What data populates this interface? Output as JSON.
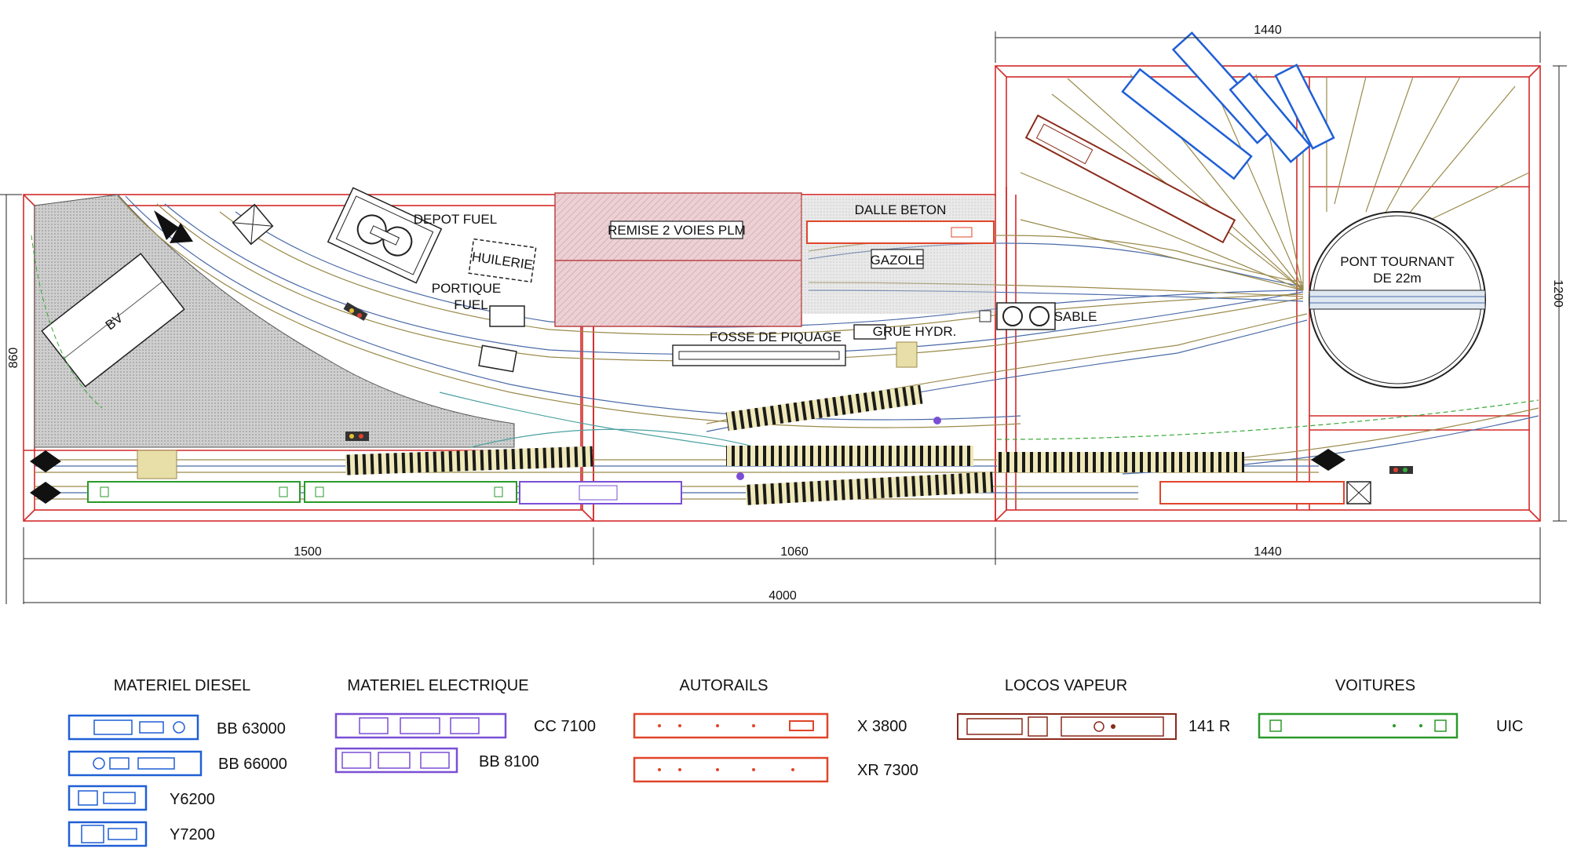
{
  "labels": {
    "depot_fuel": "DEPOT FUEL",
    "huilerie": "HUILERIE",
    "portique_fuel_1": "PORTIQUE",
    "portique_fuel_2": "FUEL",
    "bv": "BV",
    "remise": "REMISE 2 VOIES PLM",
    "dalle_beton": "DALLE BETON",
    "gazole": "GAZOLE",
    "fosse": "FOSSE DE PIQUAGE",
    "grue": "GRUE HYDR.",
    "sable": "SABLE",
    "pont_1": "PONT TOURNANT",
    "pont_2": "DE 22m"
  },
  "dimensions": {
    "top_width": "1440",
    "right_height": "1200",
    "left_height": "860",
    "seg_1": "1500",
    "seg_2": "1060",
    "seg_3": "1440",
    "total": "4000"
  },
  "legend": {
    "diesel": {
      "title": "MATERIEL DIESEL",
      "items": [
        "BB 63000",
        "BB 66000",
        "Y6200",
        "Y7200"
      ]
    },
    "electrique": {
      "title": "MATERIEL ELECTRIQUE",
      "items": [
        "CC 7100",
        "BB 8100"
      ]
    },
    "autorails": {
      "title": "AUTORAILS",
      "items": [
        "X 3800",
        "XR 7300"
      ]
    },
    "vapeur": {
      "title": "LOCOS VAPEUR",
      "items": [
        "141 R"
      ]
    },
    "voitures": {
      "title": "VOITURES",
      "items": [
        "UIC"
      ]
    }
  },
  "colors": {
    "frame": "#d42a2a",
    "diesel": "#1f5fd6",
    "electrique": "#7a4fd6",
    "autorail": "#e0452a",
    "vapeur": "#8a2a1a",
    "voiture": "#2a9a2a",
    "track": "#9a8a4a",
    "remise": "#e8c8cc"
  }
}
